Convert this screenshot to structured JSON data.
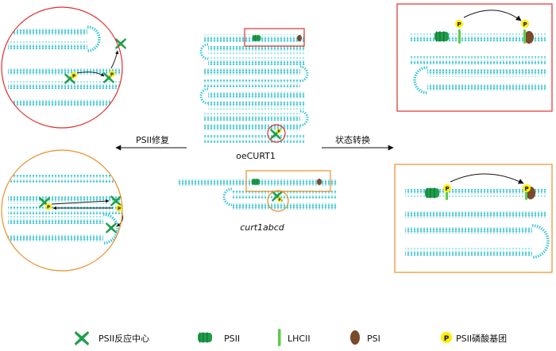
{
  "labels": {
    "center_top": "oeCURT1",
    "center_bottom": "curt1abcd",
    "left_arrow": "PSII修复",
    "right_arrow": "状态转换",
    "phospho": "P"
  },
  "legend": [
    {
      "icon": "psii-reaction-center-icon",
      "label": "PSII反应中心"
    },
    {
      "icon": "psii-icon",
      "label": "PSII"
    },
    {
      "icon": "lhcii-icon",
      "label": "LHCII"
    },
    {
      "icon": "psi-icon",
      "label": "PSI"
    },
    {
      "icon": "psii-phosphate-icon",
      "label": "PSII磷酸基团"
    }
  ],
  "colors": {
    "membrane": "#3fc6d6",
    "psii": "#1f9e4a",
    "psii_dark": "#137a35",
    "lhcii": "#5ccc4a",
    "psi": "#7a4a2a",
    "phospho": "#ffee00",
    "red_frame": "#e0312b",
    "orange_frame": "#e8902a"
  }
}
